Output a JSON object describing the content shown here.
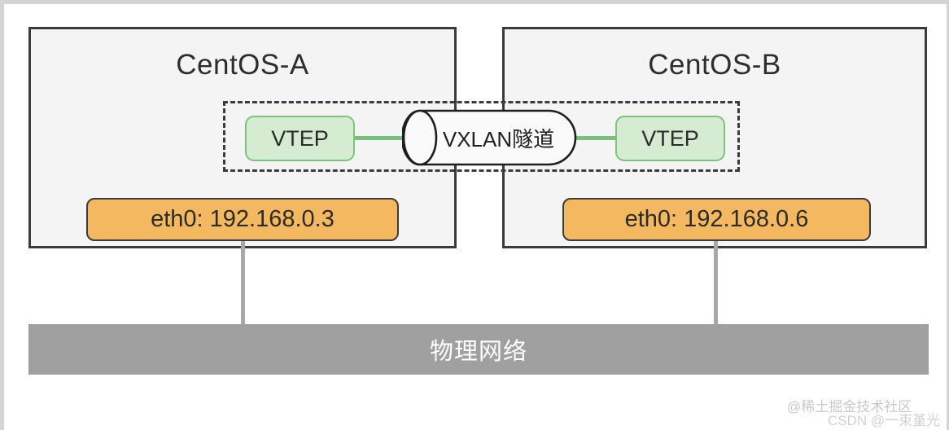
{
  "diagram": {
    "hosts": [
      {
        "title": "CentOS-A",
        "vtep_label": "VTEP",
        "interface_label": "eth0: 192.168.0.3"
      },
      {
        "title": "CentOS-B",
        "vtep_label": "VTEP",
        "interface_label": "eth0: 192.168.0.6"
      }
    ],
    "tunnel": {
      "label": "VXLAN隧道"
    },
    "physical_network": {
      "label": "物理网络"
    },
    "colors": {
      "host_fill": "#f4f4f4",
      "host_border": "#3b3b3b",
      "vtep_fill": "#d6ecd2",
      "vtep_border": "#7ec47a",
      "link_green": "#78c17a",
      "interface_fill": "#f4b860",
      "interface_border": "#3b3b3b",
      "physical_bar": "#a0a0a0",
      "connector": "#a8a8a8",
      "tunnel_fill": "#fafafa",
      "tunnel_border": "#1f1f1f"
    }
  },
  "watermarks": {
    "juejin": "@稀土掘金技术社区",
    "csdn": "CSDN @一束堇光"
  }
}
